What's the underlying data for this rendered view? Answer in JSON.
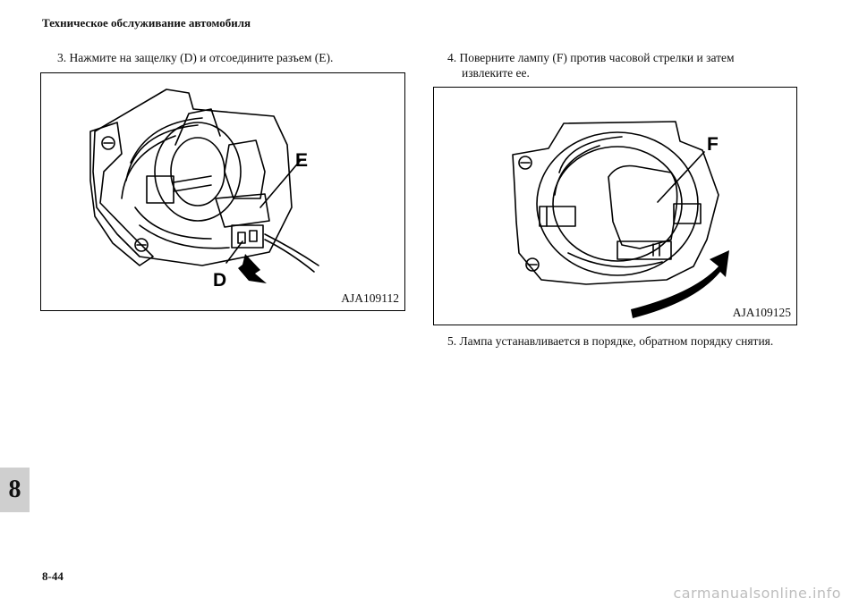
{
  "header": {
    "title": "Техническое обслуживание автомобиля"
  },
  "steps": [
    {
      "text": "3.  Нажмите на защелку (D) и отсоедините разъем (E)."
    },
    {
      "line1": "4.  Поверните лампу (F) против часовой стрелки и затем",
      "line2": "извлеките ее."
    },
    {
      "text": "5. Лампа устанавливается в порядке, обратном порядку снятия."
    }
  ],
  "figures": [
    {
      "code": "AJA109112",
      "labels": {
        "e": "E",
        "d": "D"
      }
    },
    {
      "code": "AJA109125",
      "labels": {
        "f": "F"
      }
    }
  ],
  "section_tab": {
    "number": "8"
  },
  "footer": {
    "page_number": "8-44",
    "watermark": "carmanualsonline.info"
  }
}
